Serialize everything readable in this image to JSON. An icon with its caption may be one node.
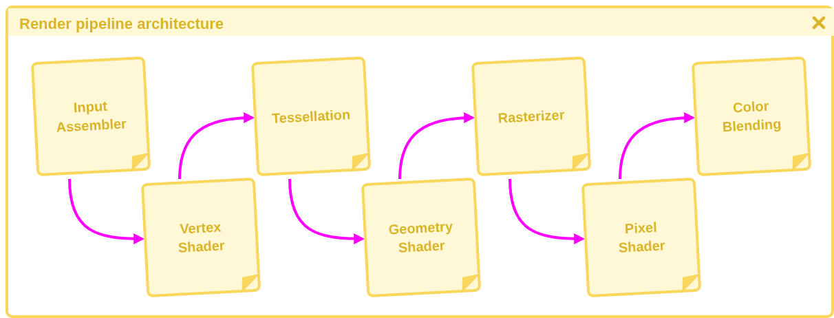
{
  "diagram": {
    "title": "Render pipeline architecture",
    "nodes": [
      {
        "text": [
          "Input Assembler"
        ]
      },
      {
        "text": [
          "Vertex Shader"
        ]
      },
      {
        "text": [
          "Tessellation"
        ]
      },
      {
        "text": [
          "Geometry Shader"
        ]
      },
      {
        "text": [
          "Rasterizer"
        ]
      },
      {
        "text": [
          "Pixel Shader"
        ]
      },
      {
        "text": [
          "Color Blending"
        ]
      }
    ],
    "edges": [
      {
        "from": 0,
        "to": 1,
        "arrow": "to"
      },
      {
        "from": 1,
        "to": 2,
        "arrow": "to"
      },
      {
        "from": 2,
        "to": 3,
        "arrow": "to"
      },
      {
        "from": 3,
        "to": 4,
        "arrow": "to"
      },
      {
        "from": 4,
        "to": 5,
        "arrow": "to"
      },
      {
        "from": 5,
        "to": 6,
        "arrow": "to"
      }
    ]
  }
}
